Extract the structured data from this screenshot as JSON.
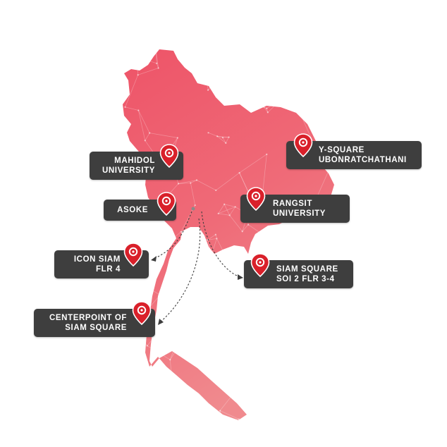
{
  "map": {
    "colors": {
      "north": "#ee5468",
      "south": "#f08a8e",
      "mesh": "#ffffff",
      "label_bg": "#3e3e3e",
      "pin": "#d9202a"
    },
    "pin_icon": "location-pin-icon"
  },
  "locations": [
    {
      "id": "mahidol",
      "line1": "MAHIDOL",
      "line2": "UNIVERSITY"
    },
    {
      "id": "asoke",
      "line1": "ASOKE",
      "line2": ""
    },
    {
      "id": "iconsiam",
      "line1": "ICON SIAM",
      "line2": "FLR 4"
    },
    {
      "id": "centerpoint",
      "line1": "CENTERPOINT OF",
      "line2": "SIAM SQUARE"
    },
    {
      "id": "ysquare",
      "line1": "Y-SQUARE",
      "line2": "UBONRATCHATHANI"
    },
    {
      "id": "rangsit",
      "line1": "RANGSIT",
      "line2": "UNIVERSITY"
    },
    {
      "id": "siamsquare",
      "line1": "SIAM SQUARE",
      "line2": "SOI 2 FLR 3-4"
    }
  ]
}
